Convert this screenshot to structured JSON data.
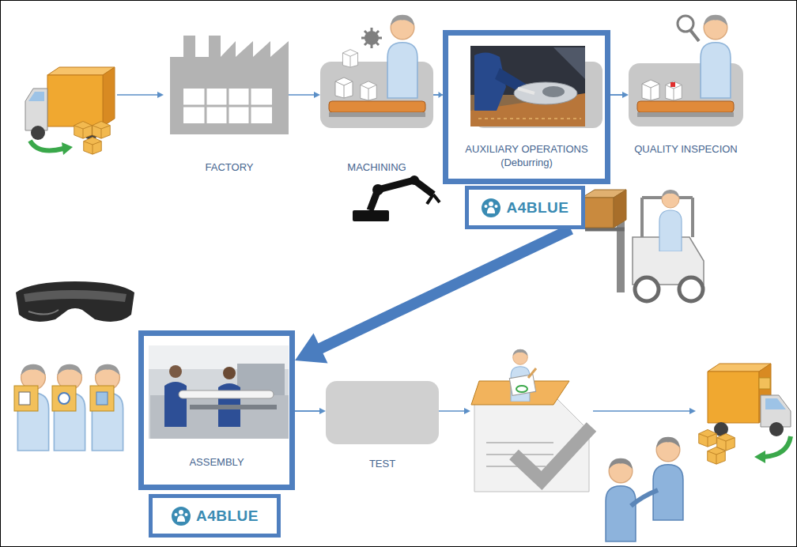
{
  "diagram": {
    "nodes": [
      {
        "text": [
          "FACTORY"
        ]
      },
      {
        "text": [
          "MACHINING"
        ]
      },
      {
        "text": [
          "AUXILIARY OPERATIONS (Deburring)"
        ]
      },
      {
        "text": [
          "QUALITY INSPECION"
        ]
      },
      {
        "text": [
          "A4BLUE"
        ]
      },
      {
        "text": [
          "ASSEMBLY"
        ]
      },
      {
        "text": [
          "TEST"
        ]
      },
      {
        "text": [
          "A4BLUE"
        ]
      }
    ],
    "edges": [
      {
        "from": 0,
        "to": 1,
        "arrow": "to"
      },
      {
        "from": 1,
        "to": 2,
        "arrow": "to"
      },
      {
        "from": 2,
        "to": 3,
        "arrow": "to"
      },
      {
        "from": 4,
        "to": 5,
        "arrow": "to"
      },
      {
        "from": 5,
        "to": 6,
        "arrow": "to"
      }
    ]
  }
}
